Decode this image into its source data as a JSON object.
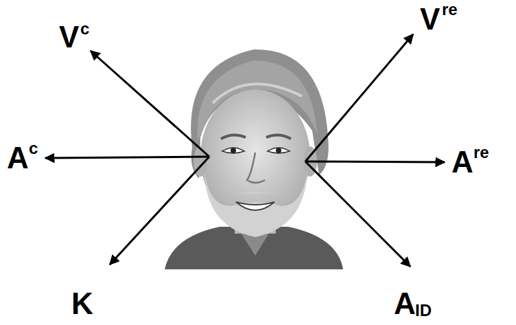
{
  "diagram": {
    "labels": [
      "V",
      "c",
      "A",
      "c",
      "K",
      "V",
      "re",
      "A",
      "re",
      "A",
      "ID"
    ]
  }
}
